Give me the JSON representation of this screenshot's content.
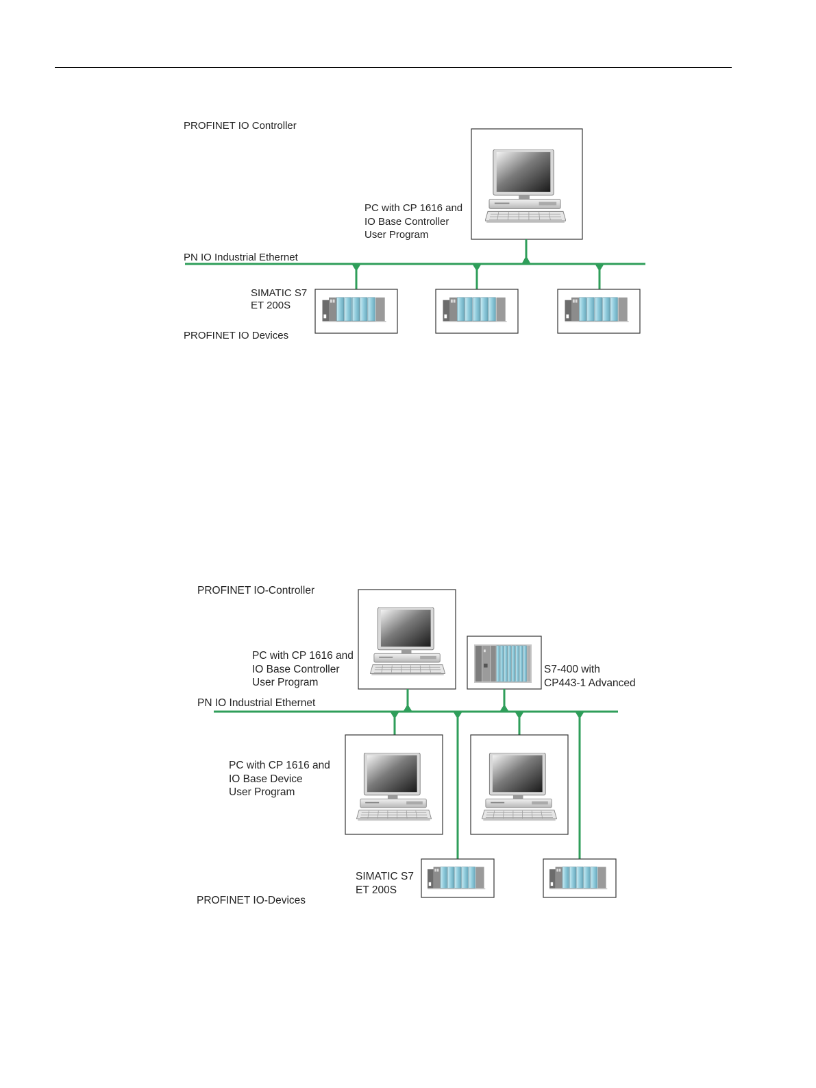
{
  "figure1": {
    "controller_title": "PROFINET IO Controller",
    "pc_label": [
      "PC with CP 1616 and",
      "IO Base Controller",
      "User Program"
    ],
    "network_label": "PN IO Industrial Ethernet",
    "device_label": [
      "SIMATIC S7",
      "ET 200S"
    ],
    "devices_title": "PROFINET IO Devices"
  },
  "figure2": {
    "controller_title": "PROFINET IO-Controller",
    "pc_controller_label": [
      "PC with CP 1616 and",
      "IO Base Controller",
      "User Program"
    ],
    "s7_label": [
      "S7-400 with",
      "CP443-1 Advanced"
    ],
    "network_label": "PN IO Industrial Ethernet",
    "pc_device_label": [
      "PC with CP 1616 and",
      "IO Base Device",
      "User Program"
    ],
    "device_label": [
      "SIMATIC S7",
      "ET 200S"
    ],
    "devices_title": "PROFINET IO-Devices"
  },
  "colors": {
    "ethernet": "#2f9e5a",
    "module": "#9fd3e3",
    "box_border": "#333333"
  },
  "icons": [
    "computer-icon",
    "et200s-module-icon",
    "s7-400-rack-icon"
  ]
}
